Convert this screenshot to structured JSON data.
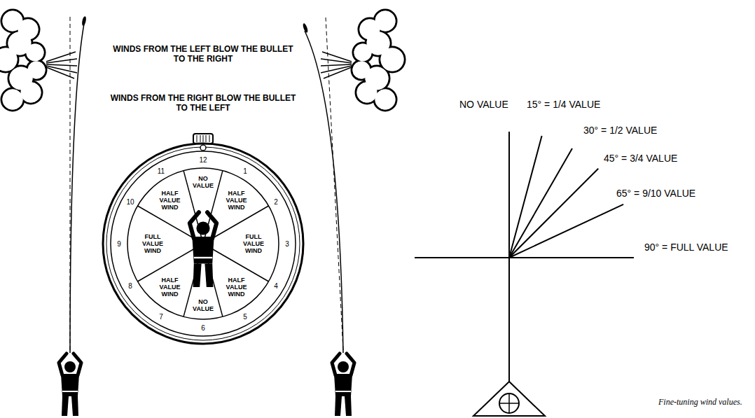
{
  "diagram": {
    "caption": "Fine-tuning wind values.",
    "labels": [
      "WINDS FROM THE LEFT BLOW THE BULLET TO THE RIGHT",
      "WINDS FROM THE RIGHT BLOW THE BULLET TO THE LEFT",
      "12",
      "1",
      "2",
      "3",
      "4",
      "5",
      "6",
      "7",
      "8",
      "9",
      "10",
      "11",
      "NO VALUE",
      "HALF VALUE WIND",
      "FULL VALUE WIND",
      "HALF VALUE WIND",
      "NO VALUE",
      "HALF VALUE WIND",
      "FULL VALUE WIND",
      "HALF VALUE WIND",
      "NO VALUE",
      "15° = 1/4 VALUE",
      "30° = 1/2 VALUE",
      "45° = 3/4 VALUE",
      "65° = 9/10 VALUE",
      "90° = FULL VALUE"
    ]
  }
}
